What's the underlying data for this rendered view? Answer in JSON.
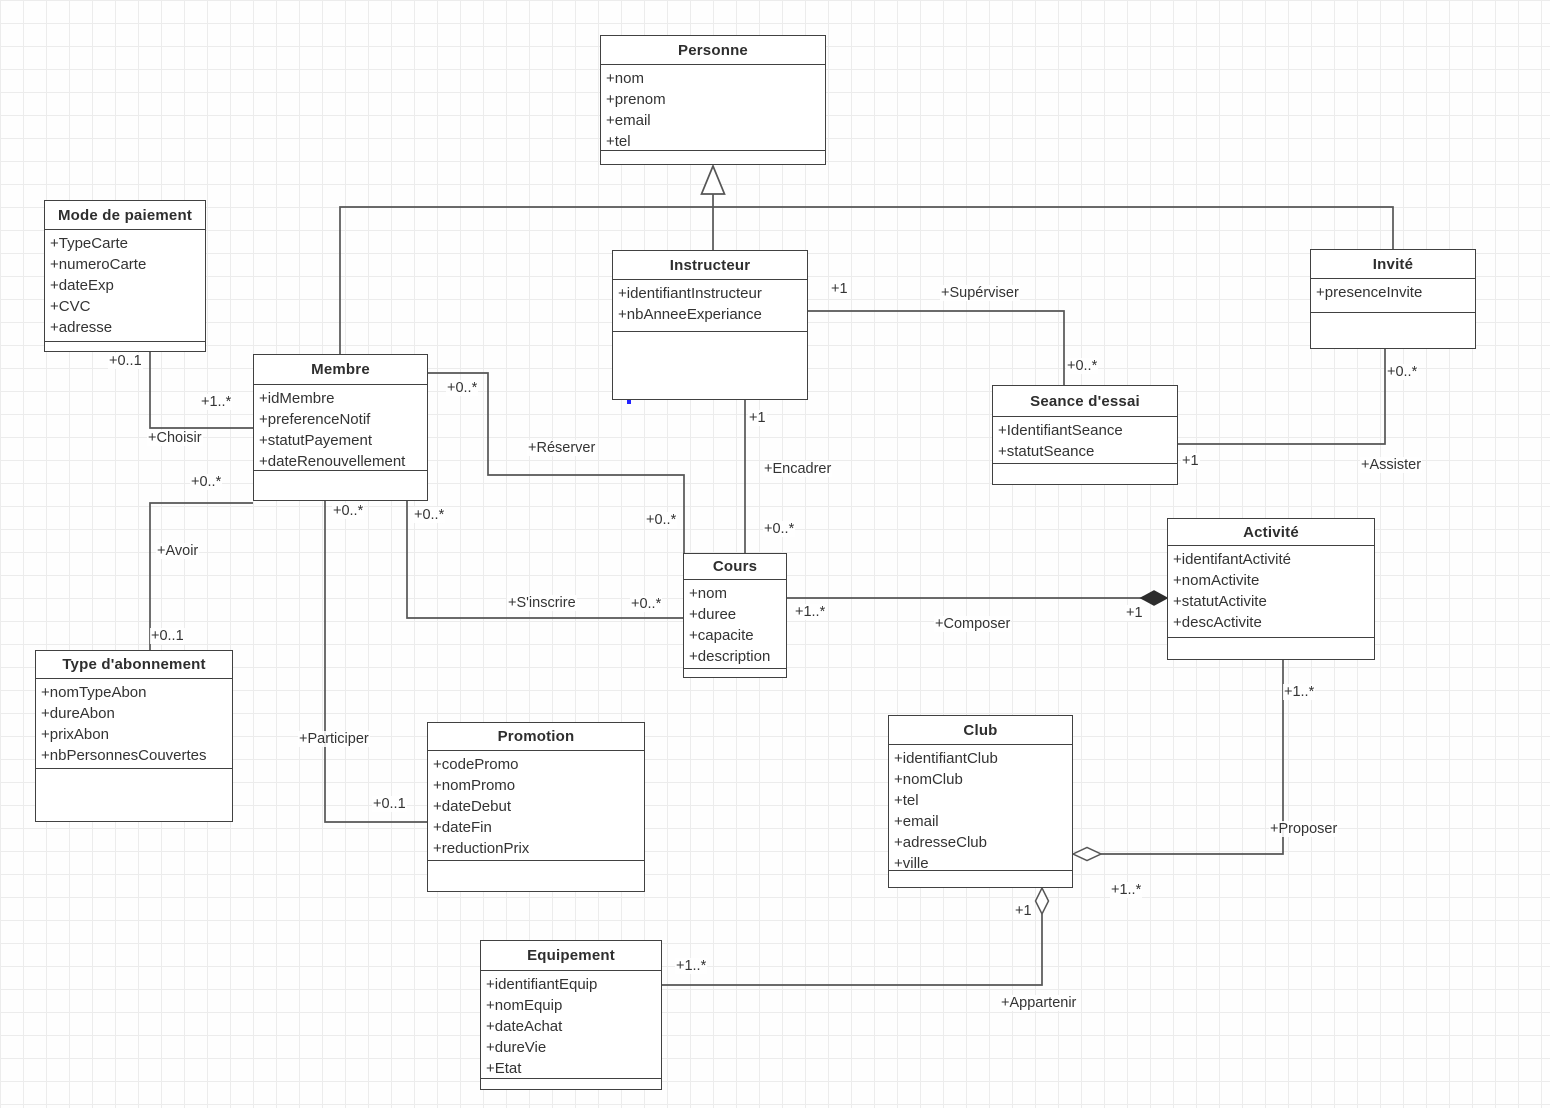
{
  "diagram": {
    "title": "UML class diagram - club / gym membership model",
    "colors": {
      "box_border": "#414141",
      "edge": "#565656",
      "text": "#2e2e2e",
      "background": "#ffffff",
      "grid": "#ececec",
      "composition_fill": "#2d2d2d",
      "stray_dot": "#2222ff"
    },
    "classes": [
      {
        "id": "personne",
        "name": "Personne",
        "attributes": [
          "+nom",
          "+prenom",
          "+email",
          "+tel"
        ]
      },
      {
        "id": "mode-de-paiement",
        "name": "Mode de paiement",
        "attributes": [
          "+TypeCarte",
          "+numeroCarte",
          "+dateExp",
          "+CVC",
          "+adresse"
        ]
      },
      {
        "id": "membre",
        "name": "Membre",
        "attributes": [
          "+idMembre",
          "+preferenceNotif",
          "+statutPayement",
          "+dateRenouvellement"
        ]
      },
      {
        "id": "instructeur",
        "name": "Instructeur",
        "attributes": [
          "+identifiantInstructeur",
          "+nbAnneeExperiance"
        ]
      },
      {
        "id": "invite",
        "name": "Invité",
        "attributes": [
          "+presenceInvite"
        ]
      },
      {
        "id": "seance-essai",
        "name": "Seance d'essai",
        "attributes": [
          "+IdentifiantSeance",
          "+statutSeance"
        ]
      },
      {
        "id": "cours",
        "name": "Cours",
        "attributes": [
          "+nom",
          "+duree",
          "+capacite",
          "+description"
        ]
      },
      {
        "id": "activite",
        "name": "Activité",
        "attributes": [
          "+identifantActivité",
          "+nomActivite",
          "+statutActivite",
          "+descActivite"
        ]
      },
      {
        "id": "type-abonnement",
        "name": "Type d'abonnement",
        "attributes": [
          "+nomTypeAbon",
          "+dureAbon",
          "+prixAbon",
          "+nbPersonnesCouvertes"
        ]
      },
      {
        "id": "promotion",
        "name": "Promotion",
        "attributes": [
          "+codePromo",
          "+nomPromo",
          "+dateDebut",
          "+dateFin",
          "+reductionPrix"
        ]
      },
      {
        "id": "club",
        "name": "Club",
        "attributes": [
          "+identifiantClub",
          "+nomClub",
          "+tel",
          "+email",
          "+adresseClub",
          "+ville"
        ]
      },
      {
        "id": "equipement",
        "name": "Equipement",
        "attributes": [
          "+identifiantEquip",
          "+nomEquip",
          "+dateAchat",
          "+dureVie",
          "+Etat"
        ]
      }
    ],
    "relations": [
      {
        "id": "choisir",
        "type": "association",
        "from": "Mode de paiement",
        "to": "Membre",
        "name": "+Choisir",
        "from_mult": "+0..1",
        "to_mult": "+1..*"
      },
      {
        "id": "avoir",
        "type": "association",
        "from": "Membre",
        "to": "Type d'abonnement",
        "name": "+Avoir",
        "from_mult": "+0..*",
        "to_mult": "+0..1"
      },
      {
        "id": "reserver",
        "type": "association",
        "from": "Membre",
        "to": "Cours",
        "name": "+Réserver",
        "from_mult": "+0..*",
        "to_mult": "+0..*"
      },
      {
        "id": "sinscrire",
        "type": "association",
        "from": "Membre",
        "to": "Cours",
        "name": "+S'inscrire",
        "from_mult": "+0..*",
        "to_mult": "+0..*"
      },
      {
        "id": "participer",
        "type": "association",
        "from": "Membre",
        "to": "Promotion",
        "name": "+Participer",
        "from_mult": "+0..*",
        "to_mult": "+0..1"
      },
      {
        "id": "encadrer",
        "type": "association",
        "from": "Instructeur",
        "to": "Cours",
        "name": "+Encadrer",
        "from_mult": "+1",
        "to_mult": "+0..*"
      },
      {
        "id": "superviser",
        "type": "association",
        "from": "Instructeur",
        "to": "Seance d'essai",
        "name": "+Supérviser",
        "from_mult": "+1",
        "to_mult": "+0..*"
      },
      {
        "id": "assister",
        "type": "association",
        "from": "Invité",
        "to": "Seance d'essai",
        "name": "+Assister",
        "from_mult": "+0..*",
        "to_mult": "+1"
      },
      {
        "id": "composer",
        "type": "composition",
        "from": "Cours",
        "to": "Activité",
        "name": "+Composer",
        "from_mult": "+1..*",
        "to_mult": "+1"
      },
      {
        "id": "proposer",
        "type": "aggregation",
        "from": "Activité",
        "to": "Club",
        "name": "+Proposer",
        "from_mult": "+1..*",
        "to_mult": "+1..*"
      },
      {
        "id": "appartenir",
        "type": "aggregation",
        "from": "Equipement",
        "to": "Club",
        "name": "+Appartenir",
        "from_mult": "+1..*",
        "to_mult": "+1"
      },
      {
        "id": "heritage-membre",
        "type": "generalization",
        "from": "Membre",
        "to": "Personne"
      },
      {
        "id": "heritage-instructeur",
        "type": "generalization",
        "from": "Instructeur",
        "to": "Personne"
      },
      {
        "id": "heritage-invite",
        "type": "generalization",
        "from": "Invité",
        "to": "Personne"
      }
    ]
  }
}
